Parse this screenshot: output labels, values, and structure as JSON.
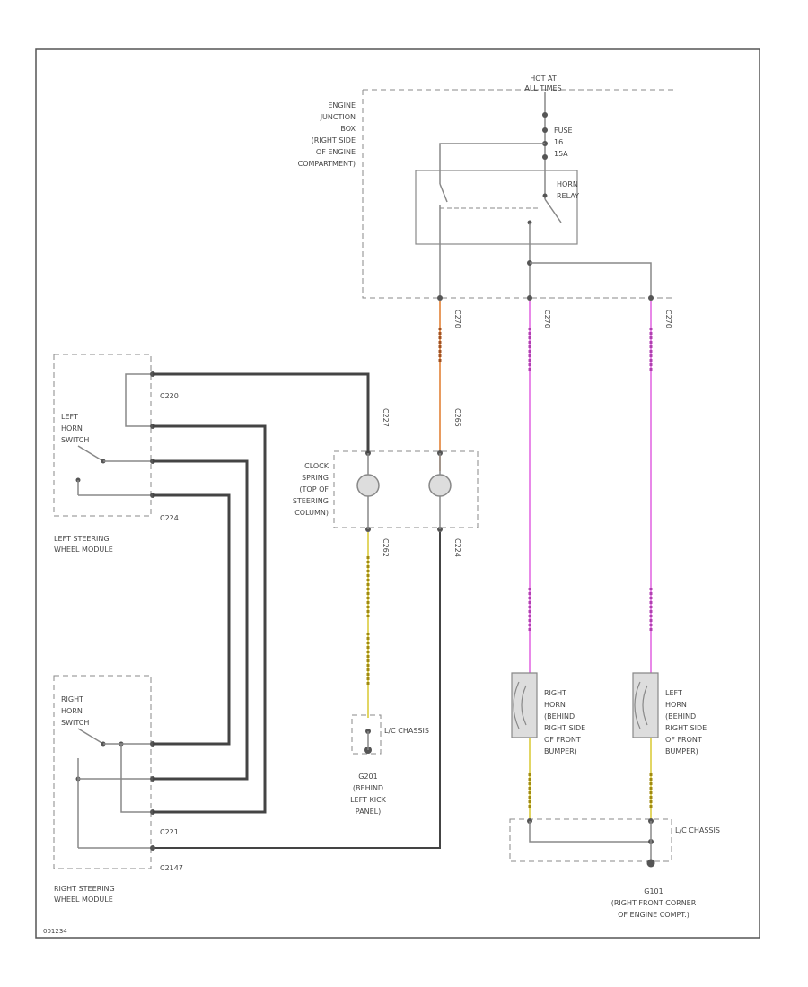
{
  "power": {
    "line1": "HOT AT",
    "line2": "ALL TIMES"
  },
  "fuse": {
    "l1": "FUSE",
    "l2": "16",
    "l3": "15A"
  },
  "junction_box": {
    "lines": [
      "ENGINE",
      "JUNCTION",
      "BOX",
      "(RIGHT SIDE",
      "OF ENGINE",
      "COMPARTMENT)"
    ]
  },
  "relay": {
    "l1": "HORN",
    "l2": "RELAY"
  },
  "clock_spring": {
    "lines": [
      "CLOCK",
      "SPRING",
      "(TOP OF",
      "STEERING",
      "COLUMN)"
    ]
  },
  "left_switch": {
    "lines": [
      "LEFT",
      "HORN",
      "SWITCH"
    ]
  },
  "right_switch": {
    "lines": [
      "RIGHT",
      "HORN",
      "SWITCH"
    ]
  },
  "left_module": {
    "l1": "LEFT STEERING",
    "l2": "WHEEL MODULE"
  },
  "right_module": {
    "l1": "RIGHT STEERING",
    "l2": "WHEEL MODULE"
  },
  "right_horn": {
    "lines": [
      "RIGHT",
      "HORN",
      "(BEHIND",
      "RIGHT SIDE",
      "OF FRONT",
      "BUMPER)"
    ]
  },
  "left_horn": {
    "lines": [
      "LEFT",
      "HORN",
      "(BEHIND",
      "RIGHT SIDE",
      "OF FRONT",
      "BUMPER)"
    ]
  },
  "ground_left": {
    "l1": "G201",
    "l2": "(BEHIND",
    "l3": "LEFT KICK",
    "l4": "PANEL)"
  },
  "ground_right": {
    "l1": "G101",
    "l2": "(RIGHT FRONT CORNER",
    "l3": "OF ENGINE COMPT.)"
  },
  "ground_chassis": "L/C CHASSIS",
  "connectors": {
    "c_top1": "C270",
    "c_top2": "C270",
    "c_top3": "C270",
    "c_cs1": "C227",
    "c_cs2": "C265",
    "c_cs3": "C262",
    "c_cs4": "C224",
    "c_lm1": "C220",
    "c_lm2": "C224",
    "c_rm1": "C221",
    "c_rm2": "C2147"
  },
  "footer_code": "001234"
}
